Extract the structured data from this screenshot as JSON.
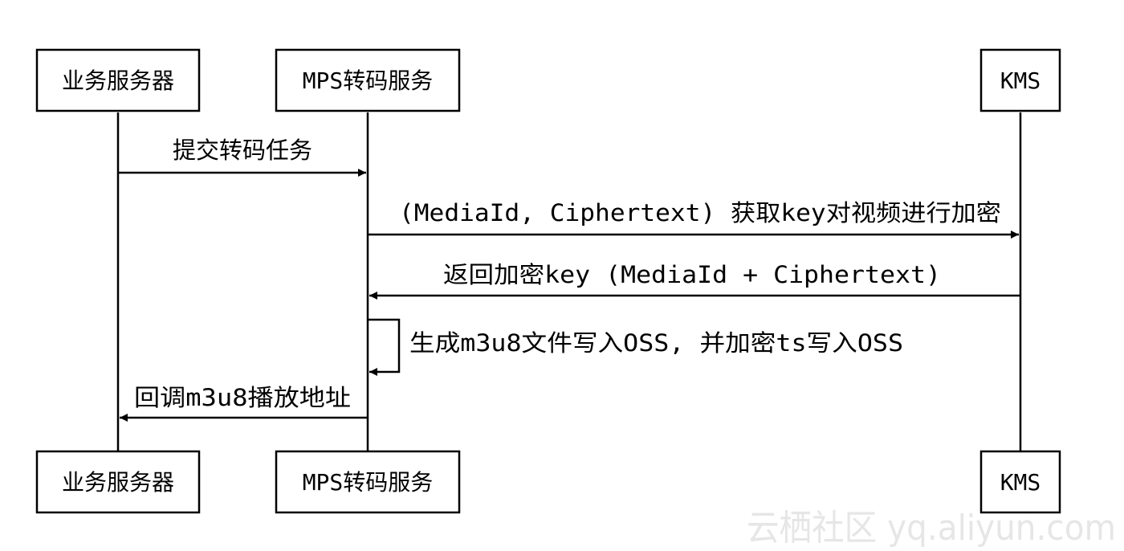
{
  "participants": [
    {
      "id": "biz",
      "label": "业务服务器"
    },
    {
      "id": "mps",
      "label": "MPS转码服务"
    },
    {
      "id": "kms",
      "label": "KMS"
    }
  ],
  "messages": [
    {
      "from": "biz",
      "to": "mps",
      "label": "提交转码任务"
    },
    {
      "from": "mps",
      "to": "kms",
      "label": "(MediaId, Ciphertext) 获取key对视频进行加密"
    },
    {
      "from": "kms",
      "to": "mps",
      "label": "返回加密key (MediaId + Ciphertext)"
    },
    {
      "from": "mps",
      "to": "mps",
      "label": "生成m3u8文件写入OSS, 并加密ts写入OSS"
    },
    {
      "from": "mps",
      "to": "biz",
      "label": "回调m3u8播放地址"
    }
  ],
  "watermark": "云栖社区 yq.aliyun.com"
}
